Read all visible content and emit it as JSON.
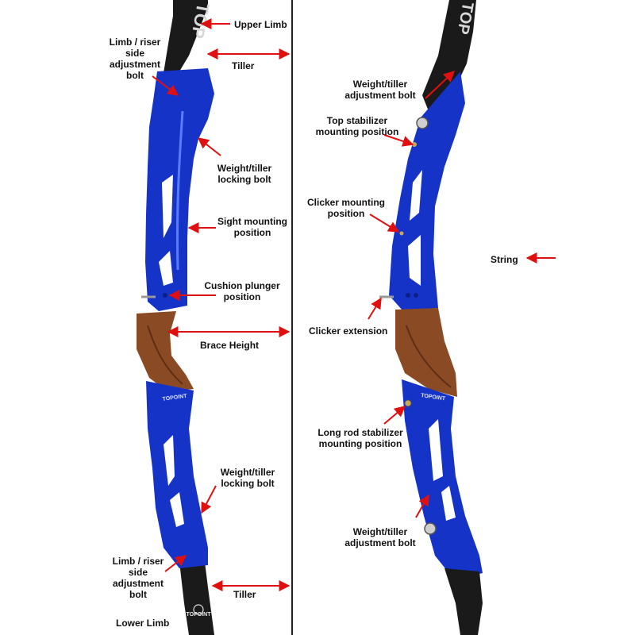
{
  "colors": {
    "riser_blue": "#1633c8",
    "riser_dark": "#0b1f8c",
    "limb_black": "#1a1a1a",
    "grip_wood": "#8a4a24",
    "arrow_red": "#e01010",
    "string_gray": "#222222"
  },
  "labels": {
    "upper_limb": "Upper Limb",
    "limb_riser_bolt_top": "Limb / riser\nside\nadjustment\nbolt",
    "tiller_top": "Tiller",
    "weight_locking_top": "Weight/tiller\nlocking bolt",
    "sight_mounting": "Sight mounting\nposition",
    "cushion_plunger": "Cushion plunger\nposition",
    "brace_height": "Brace Height",
    "weight_locking_bottom": "Weight/tiller\nlocking bolt",
    "limb_riser_bolt_bottom": "Limb / riser\nside\nadjustment\nbolt",
    "tiller_bottom": "Tiller",
    "lower_limb": "Lower Limb",
    "weight_adjust_top": "Weight/tiller\nadjustment bolt",
    "top_stabilizer": "Top stabilizer\nmounting position",
    "clicker_mounting": "Clicker mounting\nposition",
    "string": "String",
    "clicker_extension": "Clicker extension",
    "long_rod": "Long rod stabilizer\nmounting position",
    "weight_adjust_bottom": "Weight/tiller\nadjustment bolt"
  },
  "brand": {
    "limb_text": "TOP",
    "riser_text": "TOPOINT"
  }
}
